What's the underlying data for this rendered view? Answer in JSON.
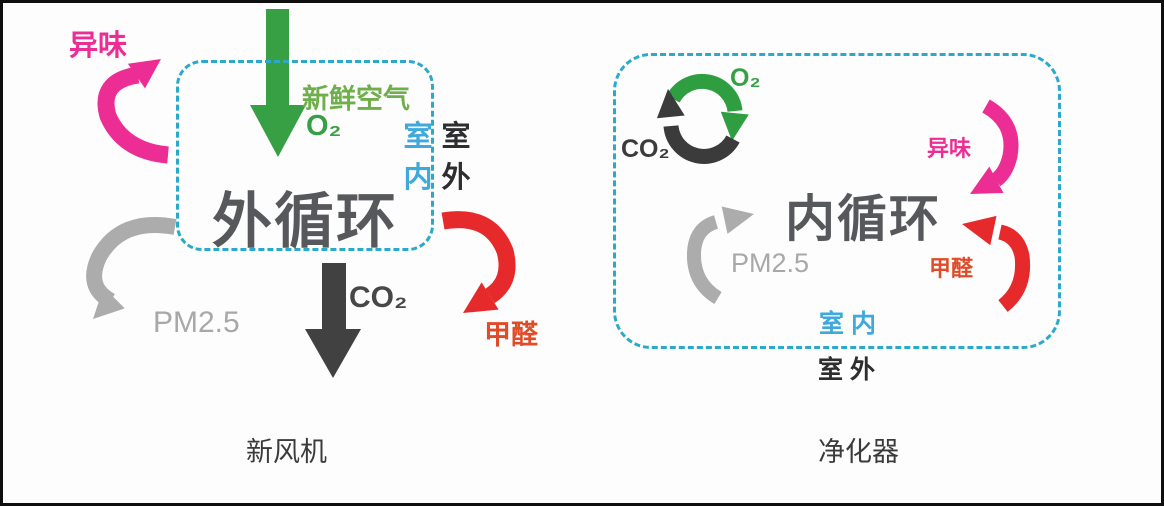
{
  "frame": {
    "bg": "#fdfdfd",
    "border_color": "#0e0e0e"
  },
  "colors": {
    "dashed_border": "#2ba9cb",
    "pink": "#ec2e94",
    "green": "#379f44",
    "fresh_green": "#6faf4b",
    "blue": "#3fa9dc",
    "title_gray": "#57585b",
    "arrow_gray": "#acacac",
    "dark": "#414141",
    "red": "#e62a2c",
    "formaldehyde_red": "#e04b28",
    "text_black": "#2e2e30"
  },
  "left_panel": {
    "title": "外循环",
    "device": "新风机",
    "fresh_air": "新鲜空气",
    "o2": "O₂",
    "co2": "CO₂",
    "odor": "异味",
    "pm25": "PM2.5",
    "formaldehyde": "甲醛",
    "indoor": "室内",
    "outdoor": "室外"
  },
  "right_panel": {
    "title": "内循环",
    "device": "净化器",
    "o2": "O₂",
    "co2": "CO₂",
    "odor": "异味",
    "pm25": "PM2.5",
    "formaldehyde": "甲醛",
    "indoor": "室 内",
    "outdoor": "室 外"
  }
}
